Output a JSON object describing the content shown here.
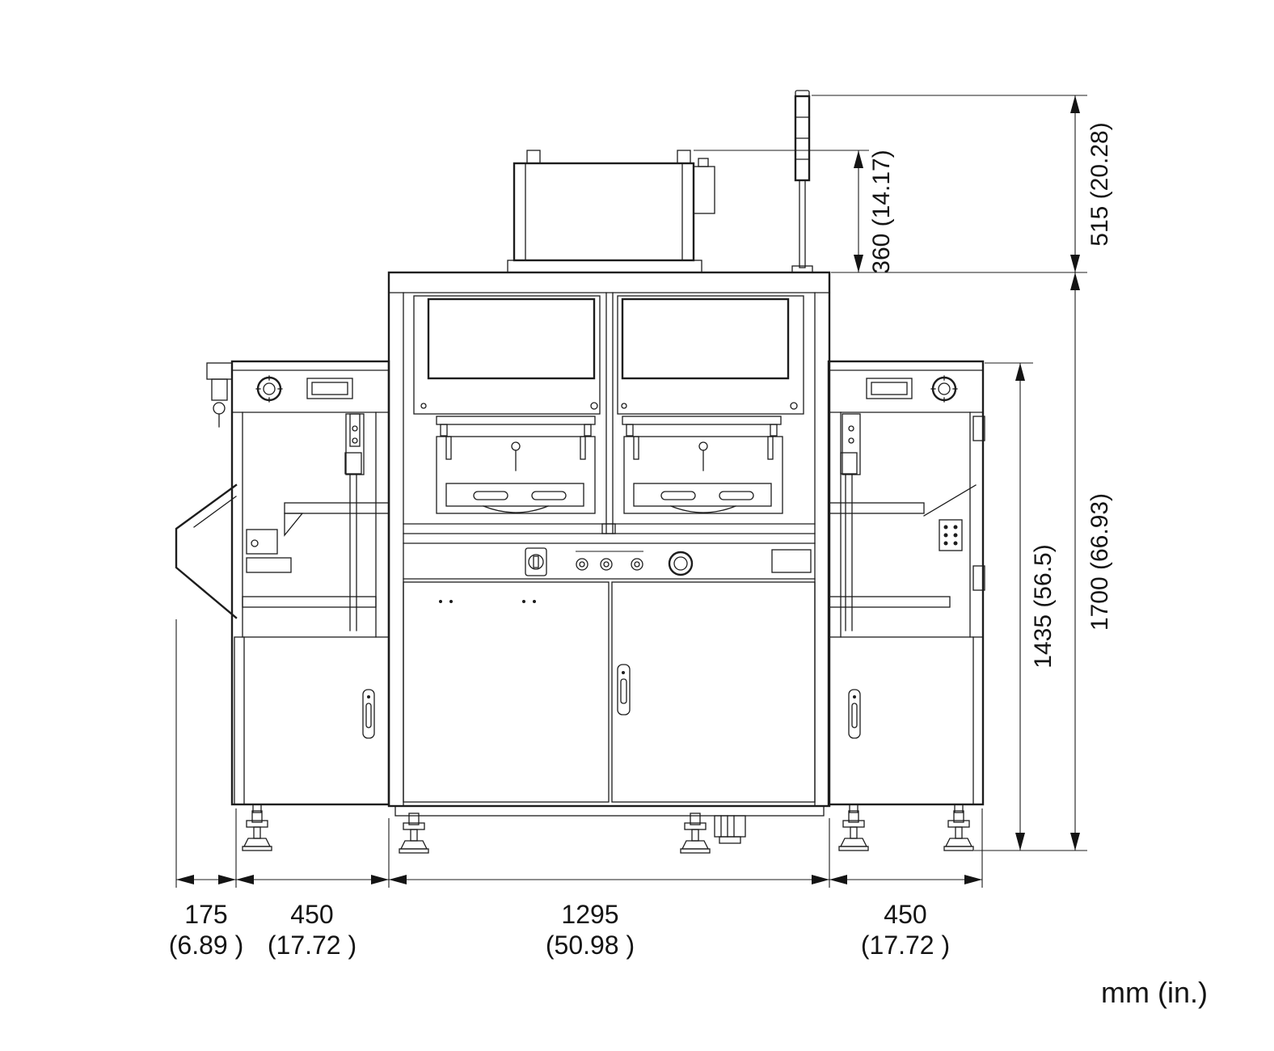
{
  "annotations": {
    "units": "mm (in.)",
    "vertical": [
      {
        "name": "signal-tower-height",
        "label": "515 (20.28)"
      },
      {
        "name": "top-unit-height",
        "label": "360 (14.17)"
      },
      {
        "name": "overall-height",
        "label": "1700 (66.93)"
      },
      {
        "name": "module-height",
        "label": "1435 (56.5)"
      }
    ],
    "horizontal": [
      {
        "name": "left-chute-width",
        "value": "175",
        "inches": "(6.89 )"
      },
      {
        "name": "left-module-width",
        "value": "450",
        "inches": "(17.72 )"
      },
      {
        "name": "main-body-width",
        "value": "1295",
        "inches": "(50.98 )"
      },
      {
        "name": "right-module-width",
        "value": "450",
        "inches": "(17.72 )"
      }
    ]
  }
}
